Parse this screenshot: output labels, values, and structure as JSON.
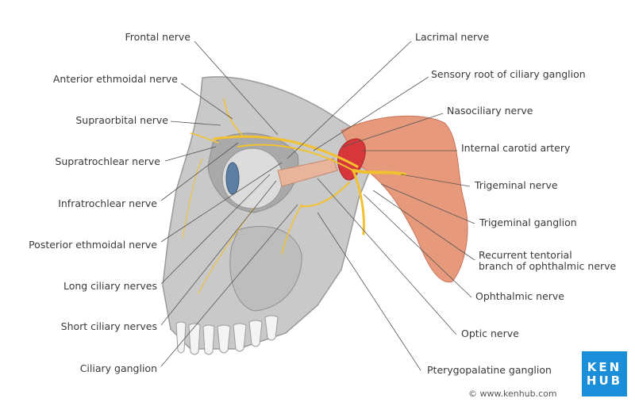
{
  "labels_left": [
    {
      "text": "Frontal nerve"
    },
    {
      "text": "Anterior ethmoidal nerve"
    },
    {
      "text": "Supraorbital nerve"
    },
    {
      "text": "Supratrochlear nerve"
    },
    {
      "text": "Infratrochlear nerve"
    },
    {
      "text": "Posterior ethmoidal nerve"
    },
    {
      "text": "Long ciliary nerves"
    },
    {
      "text": "Short ciliary nerves"
    },
    {
      "text": "Ciliary ganglion"
    }
  ],
  "labels_right": [
    {
      "text": "Lacrimal nerve"
    },
    {
      "text": "Sensory root of ciliary ganglion"
    },
    {
      "text": "Nasociliary nerve"
    },
    {
      "text": "Internal carotid artery"
    },
    {
      "text": "Trigeminal nerve"
    },
    {
      "text": "Trigeminal ganglion"
    },
    {
      "text": "Recurrent tentorial\nbranch of ophthalmic nerve"
    },
    {
      "text": "Ophthalmic nerve"
    },
    {
      "text": "Optic nerve"
    },
    {
      "text": "Pterygopalatine ganglion"
    }
  ],
  "copyright": "© www.kenhub.com",
  "logo": {
    "line1": "KEN",
    "line2": "HUB"
  },
  "colors": {
    "bone": "#c9c9c9",
    "nerve": "#f2c12e",
    "muscle": "#e7997c",
    "artery": "#d7373a",
    "logo": "#1a8ed8"
  }
}
